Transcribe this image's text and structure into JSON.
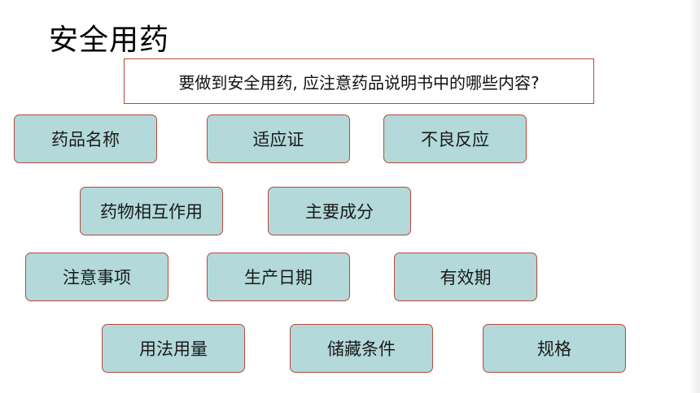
{
  "slide": {
    "title": "安全用药",
    "question": "要做到安全用药, 应注意药品说明书中的哪些内容?",
    "colors": {
      "pill_fill": "#b3d9da",
      "border": "#b44a3c"
    }
  },
  "items": [
    "药品名称",
    "适应证",
    "不良反应",
    "药物相互作用",
    "主要成分",
    "注意事项",
    "生产日期",
    "有效期",
    "用法用量",
    "储藏条件",
    "规格"
  ]
}
